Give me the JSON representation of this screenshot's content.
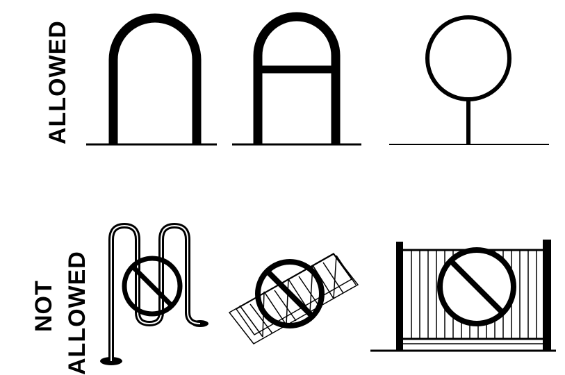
{
  "labels": {
    "allowed": "ALLOWED",
    "not_line1": "NOT",
    "not_line2": "ALLOWED"
  },
  "rows": [
    {
      "status": "allowed",
      "racks": [
        {
          "icon": "inverted-u-rack-icon"
        },
        {
          "icon": "inverted-u-crossbar-rack-icon"
        },
        {
          "icon": "post-and-ring-rack-icon"
        }
      ]
    },
    {
      "status": "not-allowed",
      "racks": [
        {
          "icon": "wave-rack-icon"
        },
        {
          "icon": "spiral-rack-icon"
        },
        {
          "icon": "grid-rack-icon"
        }
      ]
    }
  ],
  "colors": {
    "ink": "#000000",
    "paper": "#ffffff"
  }
}
